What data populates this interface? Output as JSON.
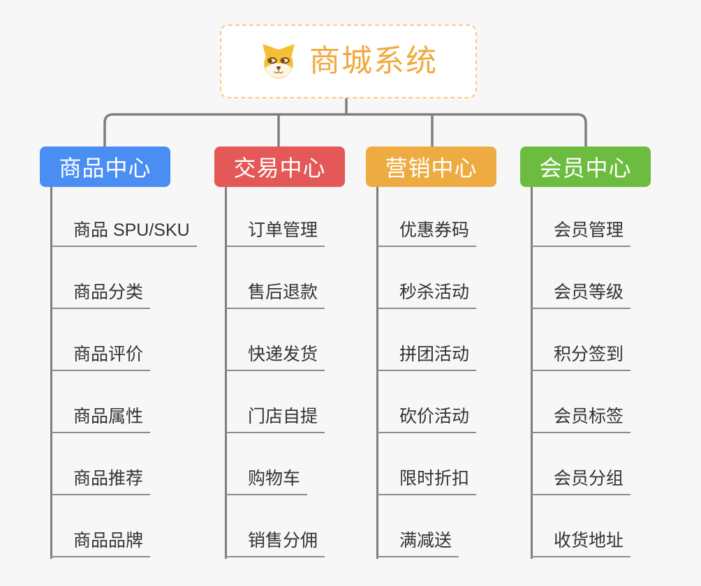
{
  "colors": {
    "background": "#f7f7f7",
    "connector": "#7e7e7e",
    "underline": "#8b8b8b",
    "child_text": "#333333",
    "root_border": "#f8c97e",
    "root_text": "#f0aa3e",
    "root_bg": "#ffffff"
  },
  "root": {
    "title": "商城系统",
    "icon": "shiba-dog-icon"
  },
  "branches": [
    {
      "id": "product-center",
      "label": "商品中心",
      "color": "#4a8ef3",
      "children": [
        "商品 SPU/SKU",
        "商品分类",
        "商品评价",
        "商品属性",
        "商品推荐",
        "商品品牌"
      ]
    },
    {
      "id": "trade-center",
      "label": "交易中心",
      "color": "#e45857",
      "children": [
        "订单管理",
        "售后退款",
        "快递发货",
        "门店自提",
        "购物车",
        "销售分佣"
      ]
    },
    {
      "id": "marketing-center",
      "label": "营销中心",
      "color": "#eeab41",
      "children": [
        "优惠券码",
        "秒杀活动",
        "拼团活动",
        "砍价活动",
        "限时折扣",
        "满减送"
      ]
    },
    {
      "id": "member-center",
      "label": "会员中心",
      "color": "#6cbd3f",
      "children": [
        "会员管理",
        "会员等级",
        "积分签到",
        "会员标签",
        "会员分组",
        "收货地址"
      ]
    }
  ]
}
